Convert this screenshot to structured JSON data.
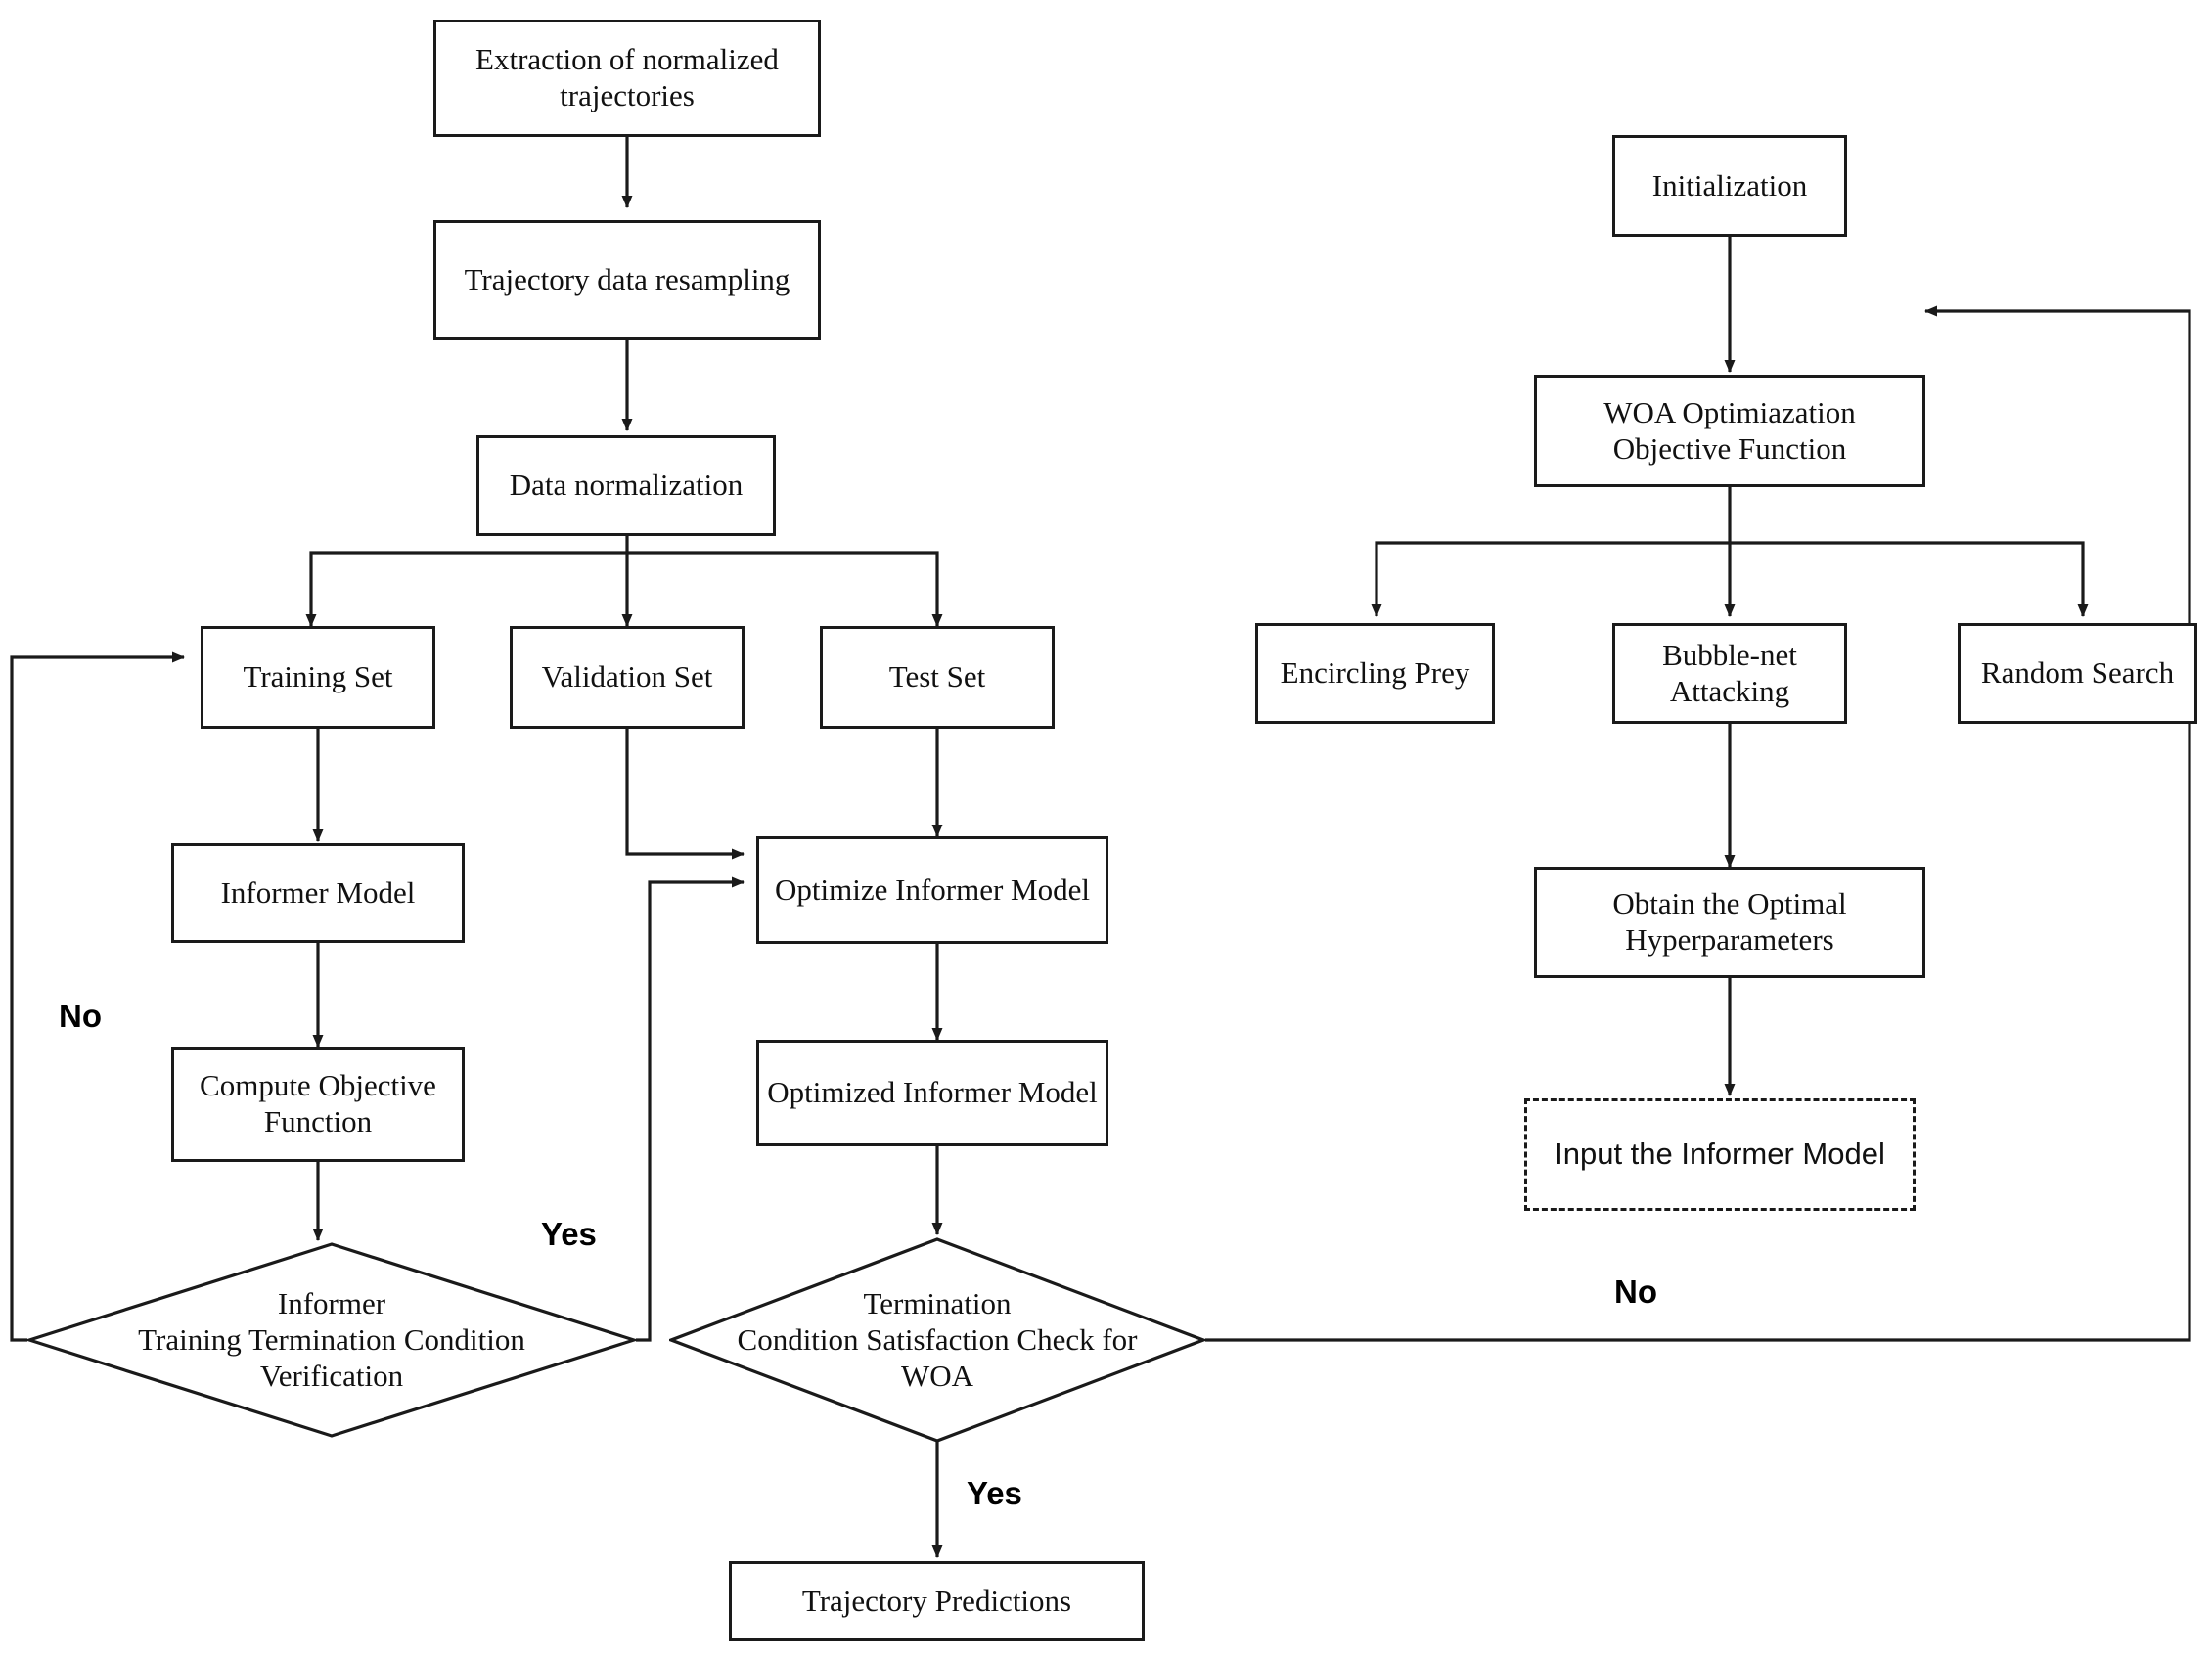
{
  "diagram": {
    "title": "WOA-Informer trajectory prediction flowchart",
    "stroke_color": "#1a1a1a",
    "text_color": "#111111",
    "background": "#ffffff"
  },
  "nodes": {
    "extraction": {
      "label": "Extraction of normalized trajectories",
      "shape": "rect"
    },
    "resampling": {
      "label": "Trajectory data resampling",
      "shape": "rect"
    },
    "normalization": {
      "label": "Data normalization",
      "shape": "rect"
    },
    "training_set": {
      "label": "Training Set",
      "shape": "rect"
    },
    "validation_set": {
      "label": "Validation Set",
      "shape": "rect"
    },
    "test_set": {
      "label": "Test Set",
      "shape": "rect"
    },
    "informer_model": {
      "label": "Informer Model",
      "shape": "rect"
    },
    "compute_objective": {
      "label": "Compute Objective Function",
      "shape": "rect"
    },
    "informer_check": {
      "label_line1": "Informer",
      "label_line2": "Training Termination Condition",
      "label_line3": "Verification",
      "shape": "diamond"
    },
    "optimize_informer": {
      "label": "Optimize Informer Model",
      "shape": "rect"
    },
    "optimized_informer": {
      "label": "Optimized Informer Model",
      "shape": "rect"
    },
    "woa_check": {
      "label_line1": "Termination",
      "label_line2": "Condition Satisfaction Check for",
      "label_line3": "WOA",
      "shape": "diamond"
    },
    "trajectory_predictions": {
      "label": "Trajectory Predictions",
      "shape": "rect"
    },
    "initialization": {
      "label": "Initialization",
      "shape": "rect"
    },
    "woa_objective": {
      "label": "WOA Optimiazation Objective Function",
      "shape": "rect"
    },
    "encircling_prey": {
      "label": "Encircling Prey",
      "shape": "rect"
    },
    "bubble_net": {
      "label": "Bubble-net Attacking",
      "shape": "rect"
    },
    "random_search": {
      "label": "Random Search",
      "shape": "rect"
    },
    "obtain_hyperparams": {
      "label": "Obtain the Optimal Hyperparameters",
      "shape": "rect"
    },
    "input_informer": {
      "label": "Input the Informer Model",
      "shape": "rect-dashed"
    }
  },
  "edge_labels": {
    "no_left": "No",
    "yes_left": "Yes",
    "yes_bottom": "Yes",
    "no_right": "No"
  }
}
